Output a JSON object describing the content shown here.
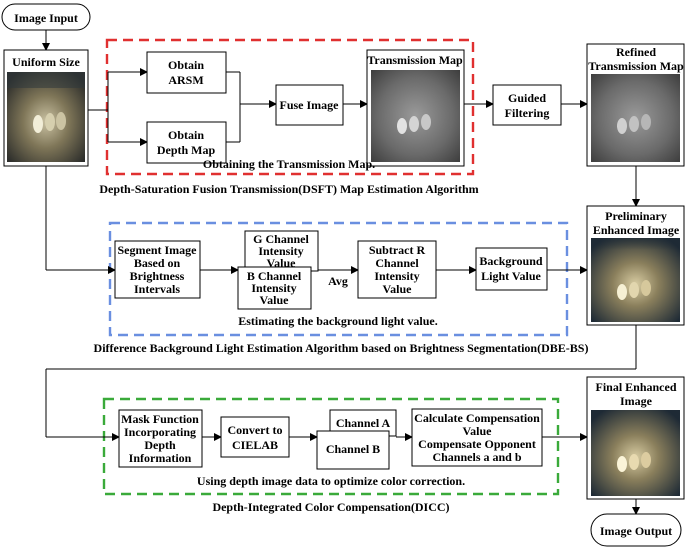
{
  "terminals": {
    "start": "Image Input",
    "end": "Image Output"
  },
  "images": {
    "uniform": "Uniform Size",
    "transmission": "Transmission Map",
    "refined_1": "Refined",
    "refined_2": "Transmission Map",
    "preliminary_1": "Preliminary",
    "preliminary_2": "Enhanced Image",
    "final_1": "Final Enhanced",
    "final_2": "Image"
  },
  "dsft": {
    "arsm_1": "Obtain",
    "arsm_2": "ARSM",
    "depth_1": "Obtain",
    "depth_2": "Depth Map",
    "fuse": "Fuse Image",
    "guided_1": "Guided",
    "guided_2": "Filtering",
    "inner_caption": "Obtaining the Transmission Map.",
    "title": "Depth-Saturation Fusion Transmission(DSFT) Map Estimation Algorithm",
    "color": "#e03030"
  },
  "dbe": {
    "segment": [
      "Segment Image",
      "Based on",
      "Brightness",
      "Intervals"
    ],
    "g_channel": [
      "G Channel",
      "Intensity",
      "Value"
    ],
    "b_channel": [
      "B Channel",
      "Intensity",
      "Value"
    ],
    "avg": "Avg",
    "subtract": [
      "Subtract R",
      "Channel",
      "Intensity",
      "Value"
    ],
    "background": [
      "Background",
      "Light Value"
    ],
    "inner_caption": "Estimating the background light value.",
    "title": "Difference Background Light Estimation Algorithm based on Brightness Segmentation(DBE-BS)",
    "color": "#6a8fe0"
  },
  "dicc": {
    "mask": [
      "Mask Function",
      "Incorporating",
      "Depth",
      "Information"
    ],
    "convert": [
      "Convert to",
      "CIELAB"
    ],
    "channel_a": "Channel A",
    "channel_b": "Channel B",
    "compensate": [
      "Calculate Compensation",
      "Value",
      "Compensate Opponent",
      "Channels a and b"
    ],
    "inner_caption": "Using depth image data to optimize color correction.",
    "title": "Depth-Integrated Color Compensation(DICC)",
    "color": "#3aaa3a"
  }
}
